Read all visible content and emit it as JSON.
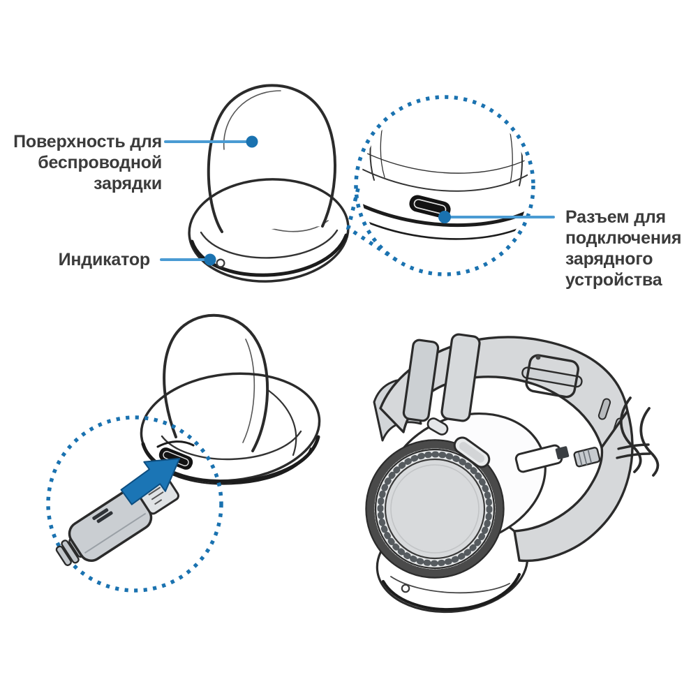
{
  "page": {
    "type": "device-manual-diagram",
    "background": "#ffffff"
  },
  "labels": {
    "wireless_surface": "Поверхность для\nбеспроводной\nзарядки",
    "indicator": "Индикатор",
    "charger_connector": "Разъем для\nподключения\nзарядного\nустройства"
  },
  "colors": {
    "accent_blue": "#1b75b5",
    "leader_line_blue": "#4a9bd3",
    "dot_blue": "#1a72b0",
    "outline_dark": "#2b2b2b",
    "text_gray": "#3b3b3b",
    "strap_gray": "#d6d8da",
    "plug_gray": "#caced2",
    "watch_face_gray": "#d8dadc"
  },
  "icons": {
    "top_dock": "wireless-charging-dock",
    "top_magnifier": "dotted-magnifier-circle-port-closeup",
    "charging_port": "micro-usb-port",
    "bottom_dock": "wireless-charging-dock-side-view",
    "bottom_magnifier": "dotted-magnifier-circle-plug-insertion",
    "usb_plug": "micro-usb-cable-plug",
    "insert_arrow": "blue-insert-arrow",
    "watch": "smartwatch-on-charging-dock",
    "cable_break": "cable-break-squiggle-marks",
    "indicator_hole": "led-indicator-hole"
  }
}
